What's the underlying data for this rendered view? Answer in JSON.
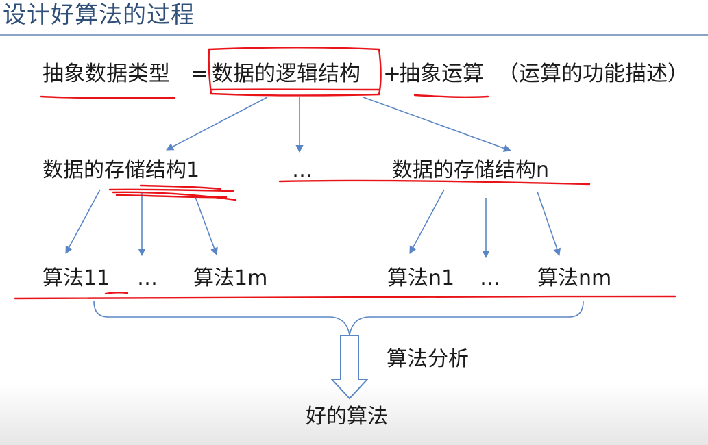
{
  "slide": {
    "title": "设计好算法的过程"
  },
  "top": {
    "adt": "抽象数据类型",
    "equals": "=",
    "logical_structure": "数据的逻辑结构",
    "plus": "+",
    "abstract_ops": "抽象运算",
    "ops_note": "（运算的功能描述）"
  },
  "storage": {
    "left": "数据的存储结构1",
    "ellipsis": "…",
    "right": "数据的存储结构n"
  },
  "algorithms": {
    "a11": "算法11",
    "ellipsis_left": "…",
    "a1m": "算法1m",
    "an1": "算法n1",
    "ellipsis_right": "…",
    "anm": "算法nm"
  },
  "analysis_label": "算法分析",
  "result": "好的算法",
  "colors": {
    "title": "#2f4f78",
    "rule": "#8aa4c4",
    "arrow": "#5b86c5",
    "annotation": "#e8141a",
    "text": "#1a1a1a"
  }
}
